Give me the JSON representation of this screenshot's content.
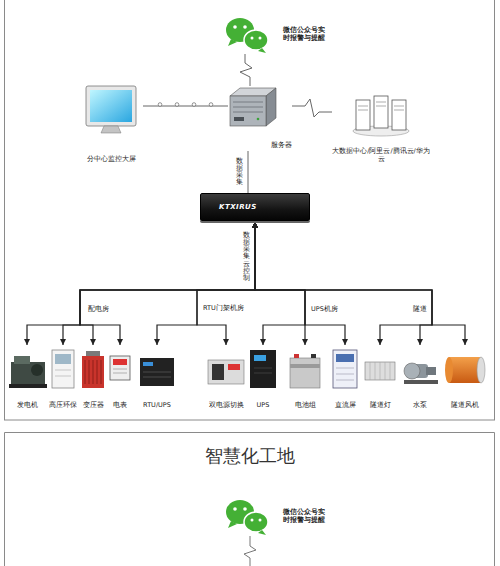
{
  "diagram": {
    "title": "智慧化工地",
    "nodes": [
      {
        "text": [
          "微信公众号实时报警与提醒"
        ]
      },
      {
        "text": [
          "分中心监控大屏"
        ]
      },
      {
        "text": [
          "服务器"
        ]
      },
      {
        "text": [
          "大数据中心/阿里云/腾讯云/华为云"
        ]
      },
      {
        "text": [
          "KTXIRUS"
        ]
      },
      {
        "text": [
          "发电机"
        ]
      },
      {
        "text": [
          "高压环保"
        ]
      },
      {
        "text": [
          "变压器"
        ]
      },
      {
        "text": [
          "电表"
        ]
      },
      {
        "text": [
          "RTU/UPS"
        ]
      },
      {
        "text": [
          "双电源切换"
        ]
      },
      {
        "text": [
          "UPS"
        ]
      },
      {
        "text": [
          "电池组"
        ]
      },
      {
        "text": [
          "直流屏"
        ]
      },
      {
        "text": [
          "隧道灯"
        ]
      },
      {
        "text": [
          "水泵"
        ]
      },
      {
        "text": [
          "隧道风机"
        ]
      },
      {
        "text": [
          "微信公众号实时报警与提醒"
        ]
      }
    ],
    "edges": [
      {
        "from": 0,
        "to": 2,
        "arrow": "none"
      },
      {
        "from": 1,
        "to": 2,
        "arrow": "none"
      },
      {
        "from": 2,
        "to": 3,
        "arrow": "none"
      },
      {
        "from": 2,
        "to": 4,
        "label": "数据采集",
        "arrow": "none"
      },
      {
        "from": 4,
        "to": 5,
        "arrow": "both"
      },
      {
        "from": 4,
        "to": 6,
        "arrow": "both"
      },
      {
        "from": 4,
        "to": 7,
        "arrow": "both"
      },
      {
        "from": 4,
        "to": 8,
        "arrow": "both"
      },
      {
        "from": 4,
        "to": 9,
        "arrow": "both"
      },
      {
        "from": 4,
        "to": 10,
        "arrow": "both"
      },
      {
        "from": 4,
        "to": 11,
        "arrow": "both"
      },
      {
        "from": 4,
        "to": 12,
        "arrow": "both"
      },
      {
        "from": 4,
        "to": 13,
        "arrow": "both"
      },
      {
        "from": 4,
        "to": 14,
        "arrow": "both"
      },
      {
        "from": 4,
        "to": 15,
        "arrow": "both"
      },
      {
        "from": 4,
        "to": 16,
        "arrow": "both"
      }
    ],
    "labels": [
      "数据采集云控制",
      "配电房",
      "RTU门架机房",
      "UPS机房",
      "隧道"
    ]
  }
}
